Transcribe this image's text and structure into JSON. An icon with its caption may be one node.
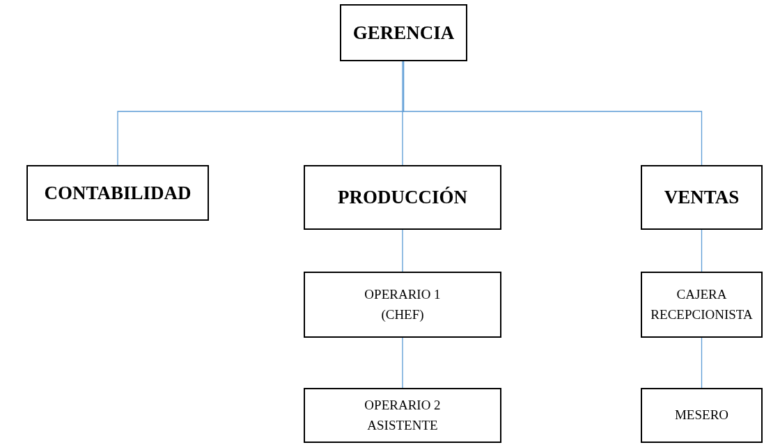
{
  "diagram": {
    "nodes": [
      {
        "text": [
          "GERENCIA"
        ]
      },
      {
        "text": [
          "CONTABILIDAD"
        ]
      },
      {
        "text": [
          "PRODUCCIÓN"
        ]
      },
      {
        "text": [
          "VENTAS"
        ]
      },
      {
        "text": [
          "OPERARIO 1 (CHEF)"
        ]
      },
      {
        "text": [
          "OPERARIO 2 ASISTENTE"
        ]
      },
      {
        "text": [
          "CAJERA RECEPCIONISTA"
        ]
      },
      {
        "text": [
          "MESERO"
        ]
      }
    ],
    "edges": [
      {
        "from": 0,
        "to": 1,
        "arrow": "none"
      },
      {
        "from": 0,
        "to": 2,
        "arrow": "none"
      },
      {
        "from": 0,
        "to": 3,
        "arrow": "none"
      },
      {
        "from": 2,
        "to": 4,
        "arrow": "none"
      },
      {
        "from": 4,
        "to": 5,
        "arrow": "none"
      },
      {
        "from": 3,
        "to": 6,
        "arrow": "none"
      },
      {
        "from": 6,
        "to": 7,
        "arrow": "none"
      }
    ]
  }
}
